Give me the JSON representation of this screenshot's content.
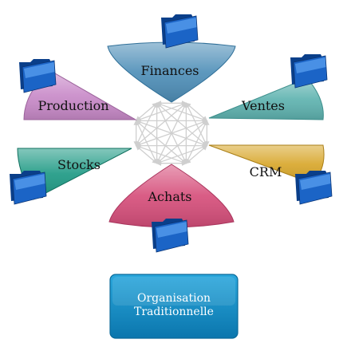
{
  "departments": [
    {
      "key": "finances",
      "label": "Finances",
      "color": "#4f8fb8"
    },
    {
      "key": "ventes",
      "label": "Ventes",
      "color": "#5fb3b0"
    },
    {
      "key": "crm",
      "label": "CRM",
      "color": "#d8a72c"
    },
    {
      "key": "achats",
      "label": "Achats",
      "color": "#d64f7b"
    },
    {
      "key": "stocks",
      "label": "Stocks",
      "color": "#1f9a85"
    },
    {
      "key": "production",
      "label": "Production",
      "color": "#c98bc9"
    }
  ],
  "bottom_box": {
    "line1": "Organisation",
    "line2": "Traditionnelle",
    "color": "#0d8bc4"
  },
  "folder_icon": "folder-icon",
  "connector_color": "#cfcfcf"
}
